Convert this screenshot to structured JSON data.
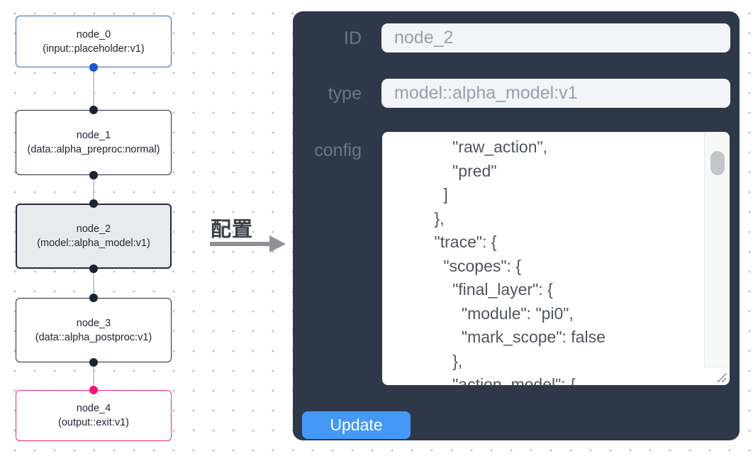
{
  "canvas": {
    "nodes": [
      {
        "name": "node_0",
        "type_label": "(input::placeholder:v1)",
        "variant": "input"
      },
      {
        "name": "node_1",
        "type_label": "(data::alpha_preproc:normal)",
        "variant": "default"
      },
      {
        "name": "node_2",
        "type_label": "(model::alpha_model:v1)",
        "variant": "selected"
      },
      {
        "name": "node_3",
        "type_label": "(data::alpha_postproc:v1)",
        "variant": "default"
      },
      {
        "name": "node_4",
        "type_label": "(output::exit:v1)",
        "variant": "output"
      }
    ],
    "colors": {
      "input_accent": "#2e62c9",
      "output_accent": "#ee2c7c",
      "node_border": "#232a3a",
      "selected_bg": "#e9eaed",
      "connector": "#c9ccd1"
    }
  },
  "annotation": {
    "label": "配置"
  },
  "panel": {
    "bg_color": "#2f3848",
    "accent_color": "#4598f6",
    "fields": [
      {
        "label": "ID",
        "value": "node_2"
      },
      {
        "label": "type",
        "value": "model::alpha_model:v1"
      }
    ],
    "config": {
      "label": "config",
      "value": "        \"raw_action\",\n        \"pred\"\n      ]\n    },\n    \"trace\": {\n      \"scopes\": {\n        \"final_layer\": {\n          \"module\": \"pi0\",\n          \"mark_scope\": false\n        },\n        \"action_model\": {"
    },
    "update_label": "Update"
  }
}
